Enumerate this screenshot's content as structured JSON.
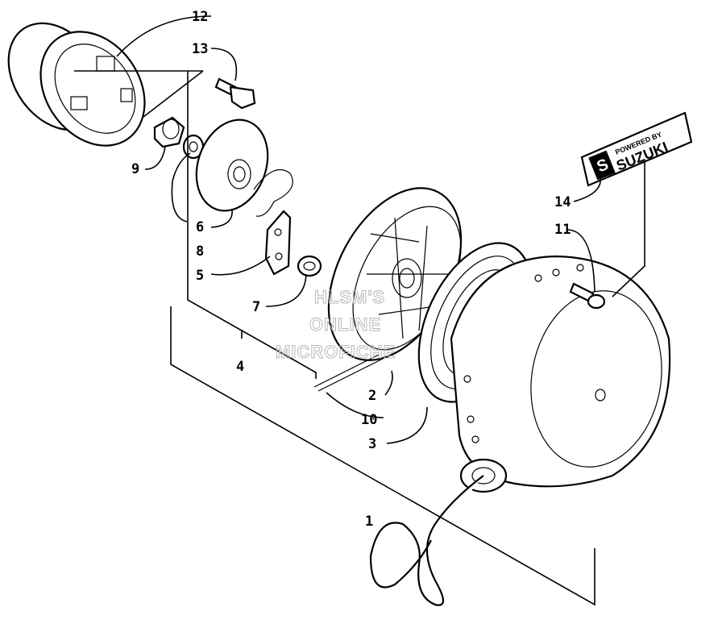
{
  "diagram": {
    "callouts": [
      "12",
      "13",
      "9",
      "6",
      "8",
      "5",
      "7",
      "4",
      "14",
      "11",
      "2",
      "10",
      "3",
      "1"
    ],
    "watermark": [
      "HLSM'S",
      "ONLINE",
      "MICROFICHE"
    ],
    "decal": {
      "line1": "POWERED BY",
      "line2": "SUZUKI",
      "logo": "S"
    }
  }
}
